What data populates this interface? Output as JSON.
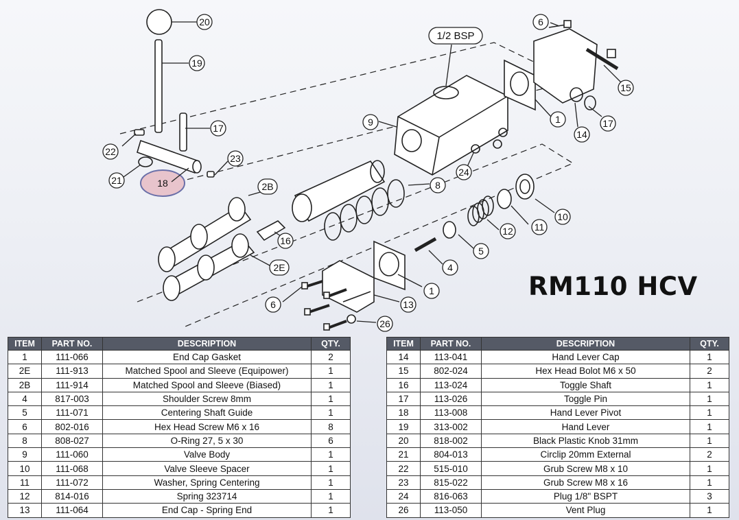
{
  "title": "RM110 HCV",
  "callouts": {
    "c20": "20",
    "c19": "19",
    "c17": "17",
    "c22": "22",
    "c23": "23",
    "c21": "21",
    "c18": "18",
    "c6a": "6",
    "c15": "15",
    "c1a": "1",
    "c14": "14",
    "c17b": "17",
    "bsp": "1/2 BSP",
    "c9": "9",
    "c24": "24",
    "c8": "8",
    "c2b": "2B",
    "c16": "16",
    "c2e": "2E",
    "c10": "10",
    "c11": "11",
    "c12": "12",
    "c5": "5",
    "c4": "4",
    "c1b": "1",
    "c13": "13",
    "c6b": "6",
    "c26": "26"
  },
  "table_headers": {
    "item": "ITEM",
    "part": "PART NO.",
    "desc": "DESCRIPTION",
    "qty": "QTY."
  },
  "parts_left": [
    {
      "item": "1",
      "part": "111-066",
      "desc": "End Cap Gasket",
      "qty": "2"
    },
    {
      "item": "2E",
      "part": "111-913",
      "desc": "Matched Spool and Sleeve (Equipower)",
      "qty": "1"
    },
    {
      "item": "2B",
      "part": "111-914",
      "desc": "Matched Spool and Sleeve (Biased)",
      "qty": "1"
    },
    {
      "item": "4",
      "part": "817-003",
      "desc": "Shoulder Screw 8mm",
      "qty": "1"
    },
    {
      "item": "5",
      "part": "111-071",
      "desc": "Centering Shaft Guide",
      "qty": "1"
    },
    {
      "item": "6",
      "part": "802-016",
      "desc": "Hex Head Screw M6 x 16",
      "qty": "8"
    },
    {
      "item": "8",
      "part": "808-027",
      "desc": "O-Ring 27, 5 x 30",
      "qty": "6"
    },
    {
      "item": "9",
      "part": "111-060",
      "desc": "Valve Body",
      "qty": "1"
    },
    {
      "item": "10",
      "part": "111-068",
      "desc": "Valve Sleeve Spacer",
      "qty": "1"
    },
    {
      "item": "11",
      "part": "111-072",
      "desc": "Washer, Spring Centering",
      "qty": "1"
    },
    {
      "item": "12",
      "part": "814-016",
      "desc": "Spring 323714",
      "qty": "1"
    },
    {
      "item": "13",
      "part": "111-064",
      "desc": "End Cap - Spring End",
      "qty": "1"
    }
  ],
  "parts_right": [
    {
      "item": "14",
      "part": "113-041",
      "desc": "Hand Lever Cap",
      "qty": "1"
    },
    {
      "item": "15",
      "part": "802-024",
      "desc": "Hex Head Bolot M6 x 50",
      "qty": "2"
    },
    {
      "item": "16",
      "part": "113-024",
      "desc": "Toggle Shaft",
      "qty": "1"
    },
    {
      "item": "17",
      "part": "113-026",
      "desc": "Toggle Pin",
      "qty": "1"
    },
    {
      "item": "18",
      "part": "113-008",
      "desc": "Hand Lever Pivot",
      "qty": "1"
    },
    {
      "item": "19",
      "part": "313-002",
      "desc": "Hand Lever",
      "qty": "1"
    },
    {
      "item": "20",
      "part": "818-002",
      "desc": "Black Plastic Knob 31mm",
      "qty": "1"
    },
    {
      "item": "21",
      "part": "804-013",
      "desc": "Circlip 20mm External",
      "qty": "2"
    },
    {
      "item": "22",
      "part": "515-010",
      "desc": "Grub Screw M8 x 10",
      "qty": "1"
    },
    {
      "item": "23",
      "part": "815-022",
      "desc": "Grub Screw M8 x 16",
      "qty": "1"
    },
    {
      "item": "24",
      "part": "816-063",
      "desc": "Plug 1/8\" BSPT",
      "qty": "3"
    },
    {
      "item": "26",
      "part": "113-050",
      "desc": "Vent Plug",
      "qty": "1"
    }
  ],
  "colors": {
    "highlight": "#e8c4cc",
    "highlight_stroke": "#6a6fa8",
    "header_bg": "#555a66"
  }
}
